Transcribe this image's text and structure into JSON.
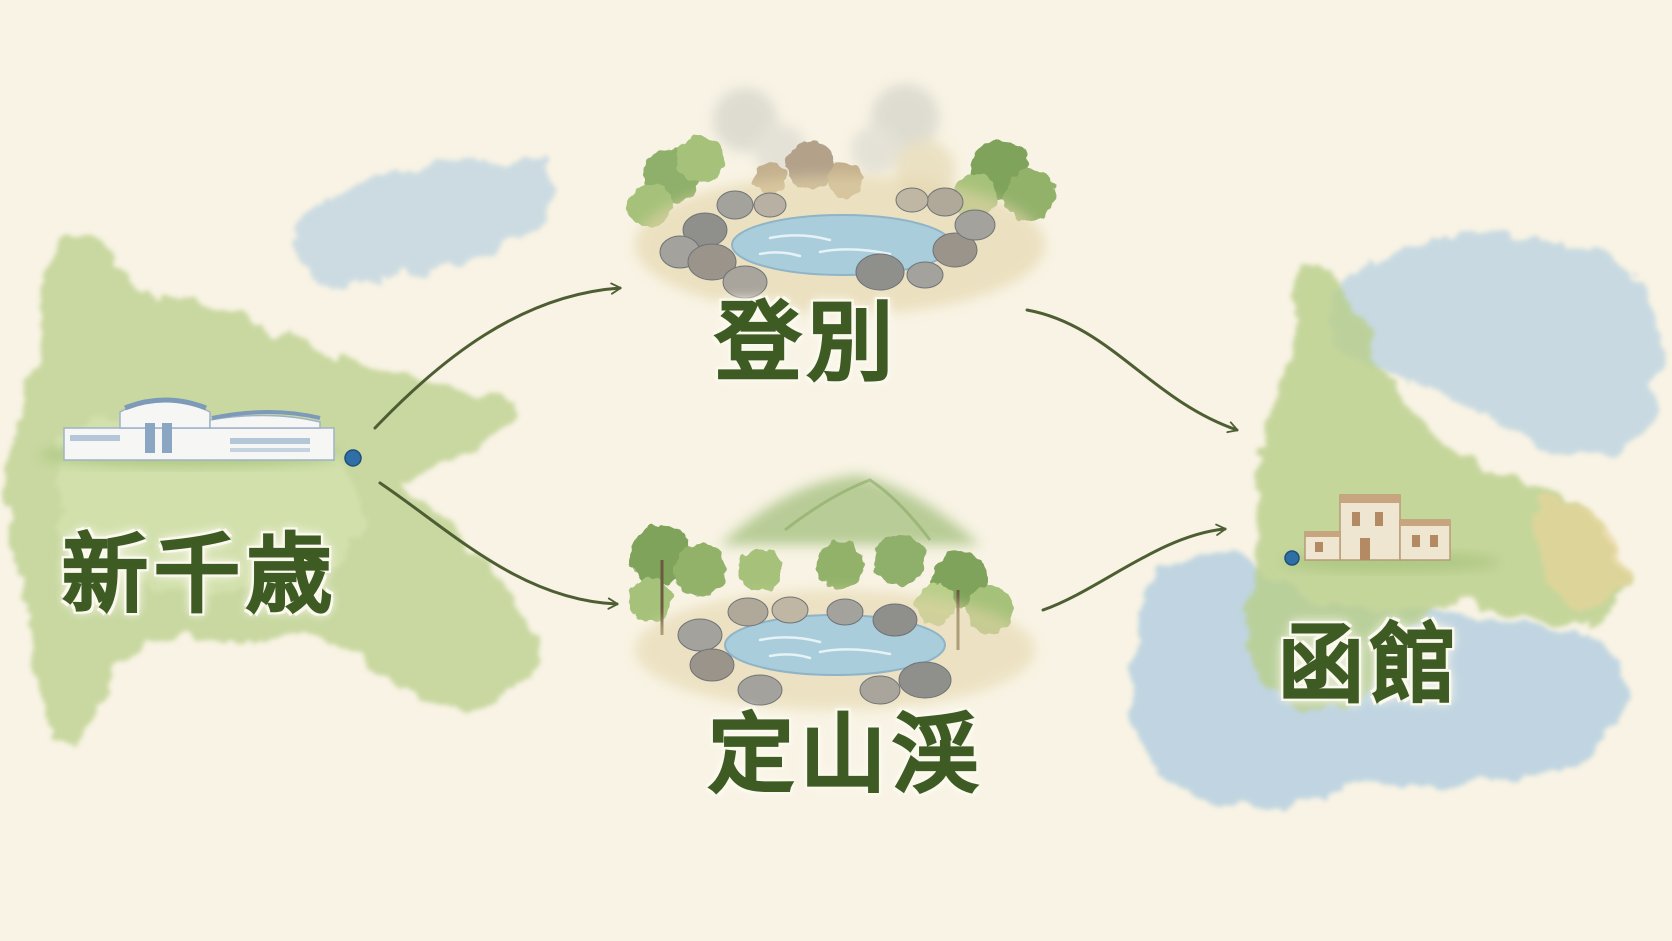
{
  "diagram": {
    "nodes": {
      "shinchitose": {
        "label": "新千歳",
        "icon": "airport-icon"
      },
      "noboribetsu": {
        "label": "登別",
        "icon": "hot-spring-icon"
      },
      "jozankei": {
        "label": "定山渓",
        "icon": "mountain-hot-spring-icon"
      },
      "hakodate": {
        "label": "函館",
        "icon": "city-building-icon"
      }
    },
    "edges": [
      {
        "from": "shinchitose",
        "to": "noboribetsu"
      },
      {
        "from": "shinchitose",
        "to": "jozankei"
      },
      {
        "from": "noboribetsu",
        "to": "hakodate"
      },
      {
        "from": "jozankei",
        "to": "hakodate"
      }
    ],
    "colors": {
      "background": "#f8f3e4",
      "label": "#3e5b24",
      "arrow": "#4d5e33",
      "land": "#b9cf8a",
      "water": "#a9c9e0",
      "marker": "#2f6fa6"
    }
  }
}
